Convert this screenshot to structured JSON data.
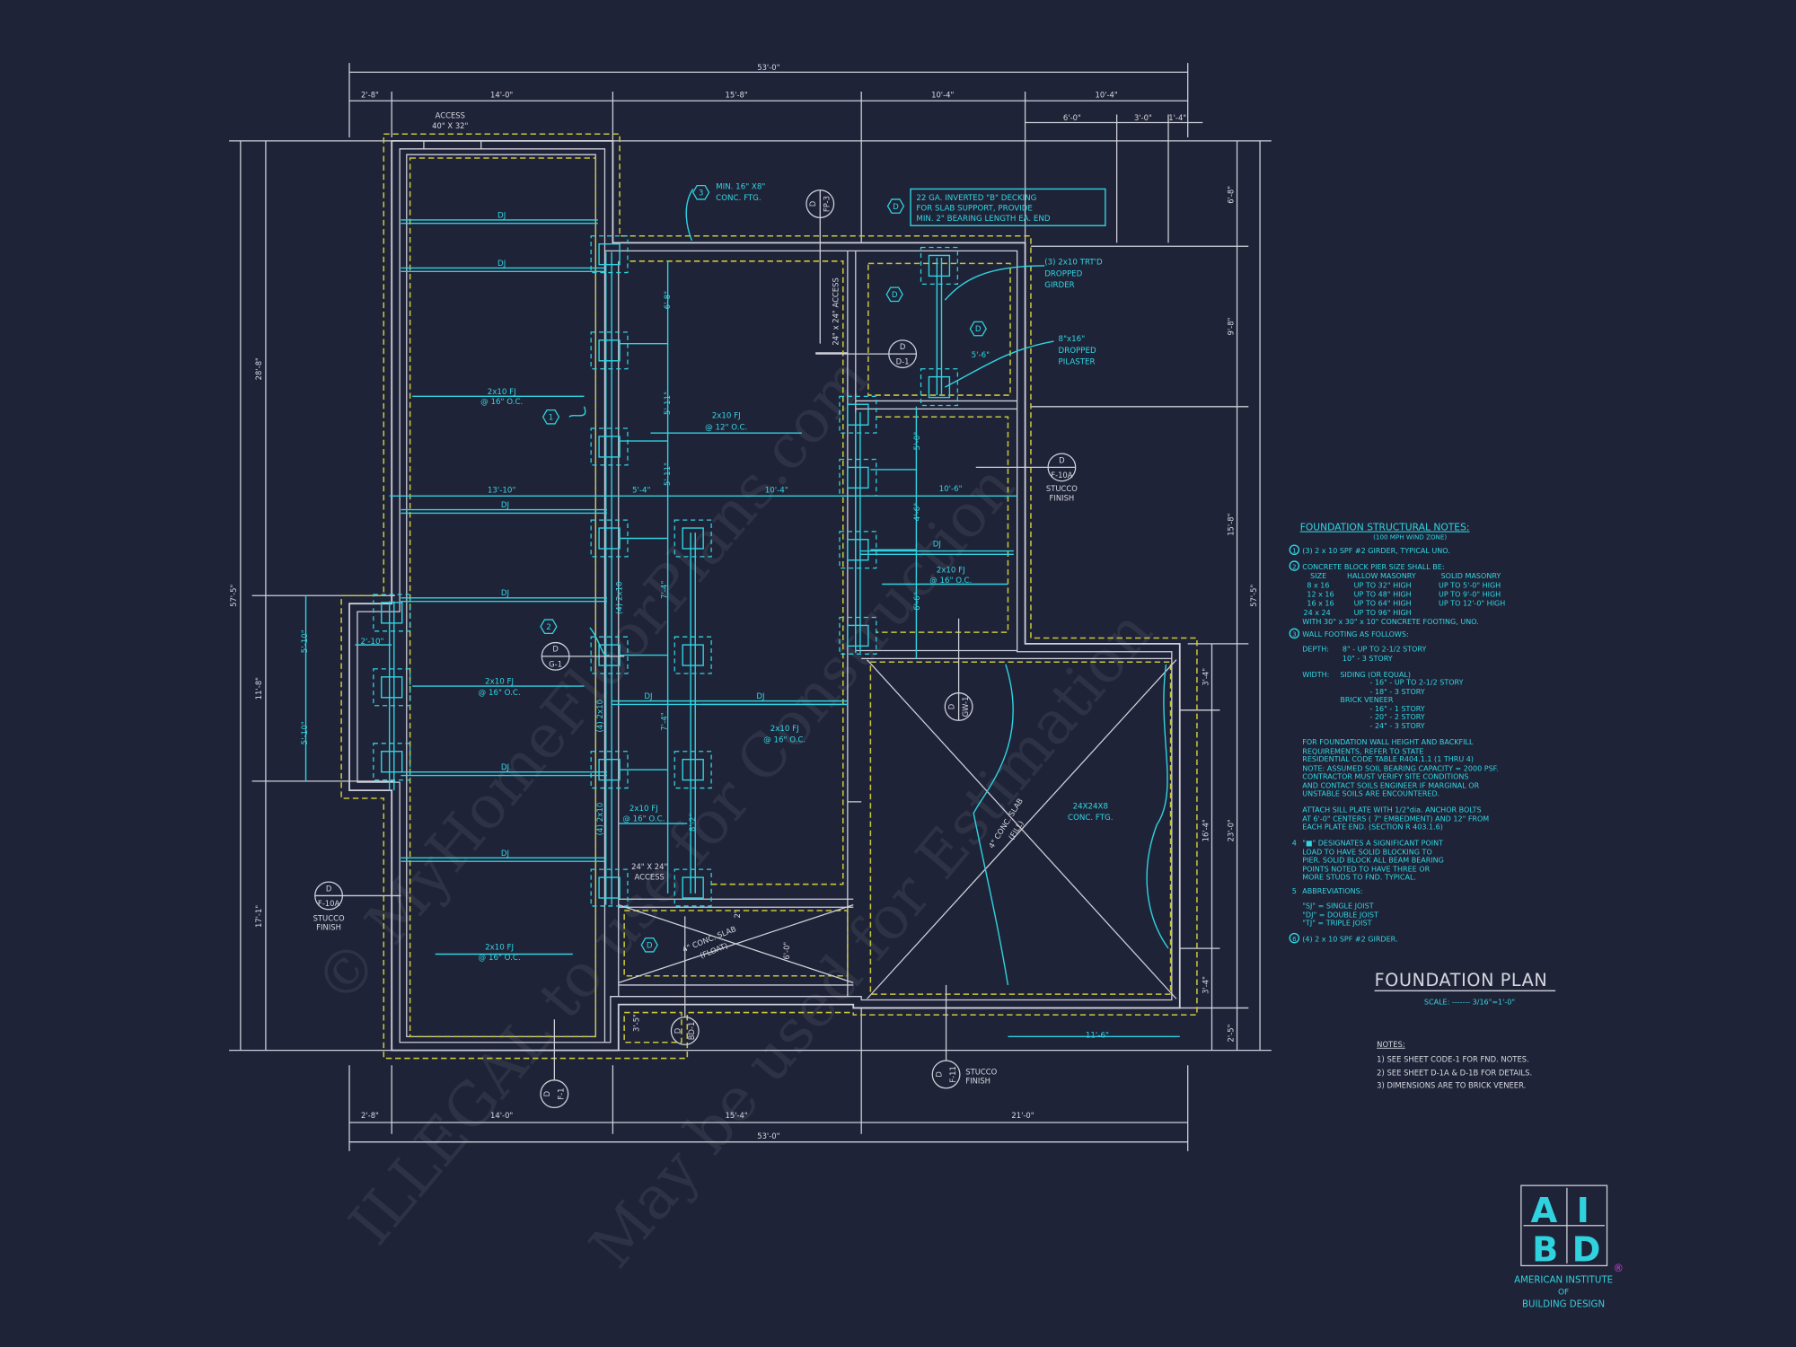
{
  "colors": {
    "background": "#1f2337",
    "walls": "#cfd0da",
    "footing": "#c9c63a",
    "annotation": "#2fd3e0",
    "registered_mark": "#d040e0"
  },
  "watermark": {
    "line1": "© MyHomeFloorPlans.com",
    "line2": "ILLEGAL to use for Construction",
    "line3": "May be used for Estimation"
  },
  "dims": {
    "top_overall": "53'-0\"",
    "top": [
      "2'-8\"",
      "14'-0\"",
      "15'-8\"",
      "10'-4\"",
      "10'-4\""
    ],
    "top_sub": [
      "6'-0\"",
      "3'-0\"",
      "1'-4\""
    ],
    "bottom_overall": "53'-0\"",
    "bottom": [
      "2'-8\"",
      "14'-0\"",
      "15'-4\"",
      "21'-0\""
    ],
    "left_overall": "57'-5\"",
    "left": [
      "28'-8\"",
      "11'-8\"",
      "17'-1\""
    ],
    "right_overall": "57'-5\"",
    "right": [
      "6'-8\"",
      "9'-8\"",
      "15'-8\"",
      "23'-0\"",
      "2'-5\""
    ],
    "right_inner": [
      "3'-4\"",
      "16'-4\"",
      "3'-4\""
    ]
  },
  "plan": {
    "access_top": [
      "ACCESS",
      "40\" X 32\""
    ],
    "min_ftg": [
      "MIN. 16\" X8\"",
      "CONC. FTG."
    ],
    "decking_note": [
      "22 GA. INVERTED \"B\" DECKING",
      "FOR SLAB SUPPORT, PROVIDE",
      "MIN. 2\" BEARING LENGTH EA. END"
    ],
    "girder_note": [
      "(3) 2x10 TRT'D",
      "DROPPED",
      "GIRDER"
    ],
    "pilaster_note": [
      "8\"x16\"",
      "DROPPED",
      "PILASTER"
    ],
    "access_mid": "24\" x 24\" ACCESS",
    "access_low": [
      "24\" X 24\"",
      "ACCESS"
    ],
    "dj": "DJ",
    "fj16": [
      "2x10 FJ",
      "@ 16\" O.C."
    ],
    "fj12": [
      "2x10 FJ",
      "@ 12\" O.C."
    ],
    "girder4": "(4) 2x10",
    "stucco": [
      "STUCCO",
      "FINISH"
    ],
    "slab_float": [
      "4\" CONC. SLAB",
      "(FLOAT)"
    ],
    "slab_fill": [
      "4\" CONC. SLAB",
      "(FILL)"
    ],
    "ftg24": [
      "24X24X8",
      "CONC. FTG."
    ],
    "inner_dims": {
      "d13_10": "13'-10\"",
      "d5_4": "5'-4\"",
      "d10_4": "10'-4\"",
      "d10_6": "10'-6\"",
      "d5_6": "5'-6\"",
      "d6_8": "6'-8\"",
      "d5_11": "5'-11\"",
      "d7_4": "7'-4\"",
      "d8_2": "8'-2\"",
      "d5_0": "5'-0\"",
      "d4_6": "4'-6\"",
      "d6_6": "6'-6\"",
      "d2_10": "2'-10\"",
      "d5_10": "5'-10\"",
      "d6_0": "6'-0\"",
      "d2": "2\"",
      "d3_5": "3'-5\"",
      "d11_6": "11'-6\""
    },
    "markers": {
      "d": "D",
      "fp3": "FP-3",
      "d1": "D-1",
      "f10a": "F-10A",
      "g1": "G-1",
      "gw1": "GW-1",
      "bd1": "BD-1",
      "f1": "F-1",
      "f11": "F-11",
      "n1": "1",
      "n2": "2",
      "n3": "3"
    }
  },
  "structural_notes": {
    "title": "FOUNDATION STRUCTURAL NOTES:",
    "subtitle": "(100 MPH WIND ZONE)",
    "n1": {
      "num": "1",
      "text": "(3) 2 x 10 SPF #2 GIRDER, TYPICAL UNO."
    },
    "n2": {
      "num": "2",
      "text": "CONCRETE BLOCK PIER SIZE SHALL BE:"
    },
    "pier_table": {
      "headers": [
        "SIZE",
        "HALLOW MASONRY",
        "SOLID MASONRY"
      ],
      "rows": [
        [
          "8 x 16",
          "UP TO 32\" HIGH",
          "UP TO 5'-0\" HIGH"
        ],
        [
          "12 x 16",
          "UP TO 48\" HIGH",
          "UP TO 9'-0\" HIGH"
        ],
        [
          "16 x 16",
          "UP TO 64\" HIGH",
          "UP TO 12'-0\" HIGH"
        ],
        [
          "24 x 24",
          "UP TO 96\" HIGH",
          ""
        ]
      ],
      "footer": "WITH 30\" x 30\" x 10\" CONCRETE FOOTING, UNO."
    },
    "n3": {
      "num": "3",
      "text": "WALL FOOTING AS FOLLOWS:"
    },
    "depth": [
      "DEPTH:",
      "8\" - UP TO 2-1/2 STORY",
      "10\" - 3 STORY"
    ],
    "width": [
      "WIDTH:",
      "SIDING (OR EQUAL)",
      "- 16\" - UP TO 2-1/2 STORY",
      "- 18\" - 3 STORY",
      "BRICK VENEER",
      "- 16\" - 1 STORY",
      "- 20\" - 2 STORY",
      "- 24\" - 3 STORY"
    ],
    "wall_para": [
      "FOR FOUNDATION WALL HEIGHT AND BACKFILL",
      "REQUIREMENTS, REFER TO STATE",
      "RESIDENTIAL CODE TABLE R404.1.1 (1 THRU 4)",
      "NOTE: ASSUMED SOIL BEARING CAPACITY = 2000 PSF.",
      "CONTRACTOR MUST VERIFY SITE CONDITIONS",
      "AND CONTACT SOILS ENGINEER IF MARGINAL OR",
      "UNSTABLE SOILS ARE ENCOUNTERED."
    ],
    "sill_para": [
      "ATTACH SILL PLATE WITH 1/2\"dia. ANCHOR BOLTS",
      "AT 6'-0\" CENTERS ( 7\" EMBEDMENT) AND 12\" FROM",
      "EACH PLATE END. (SECTION R 403.1.6)"
    ],
    "n4": {
      "num": "4",
      "lines": [
        "\"■\" DESIGNATES A SIGNIFICANT POINT",
        "LOAD TO HAVE SOLID BLOCKING TO",
        "PIER. SOLID BLOCK ALL BEAM BEARING",
        "POINTS NOTED TO HAVE THREE OR",
        "MORE STUDS TO FND. TYPICAL."
      ]
    },
    "n5": {
      "num": "5",
      "text": "ABBREVIATIONS:",
      "items": [
        "\"SJ\" = SINGLE JOIST",
        "\"DJ\" = DOUBLE JOIST",
        "\"TJ\" = TRIPLE JOIST"
      ]
    },
    "n6": {
      "num": "6",
      "text": "(4) 2 x 10 SPF #2 GIRDER."
    }
  },
  "title_block": {
    "title": "FOUNDATION PLAN",
    "scale": "SCALE: ------- 3/16\"=1'-0\"",
    "notes_heading": "NOTES:",
    "notes": [
      "1) SEE SHEET CODE-1 FOR FND. NOTES.",
      "2) SEE SHEET D-1A & D-1B FOR DETAILS.",
      "3) DIMENSIONS ARE TO BRICK VENEER."
    ]
  },
  "logo": {
    "letters": [
      "A",
      "I",
      "B",
      "D"
    ],
    "registered": "®",
    "lines": [
      "AMERICAN INSTITUTE",
      "OF",
      "BUILDING DESIGN"
    ]
  }
}
